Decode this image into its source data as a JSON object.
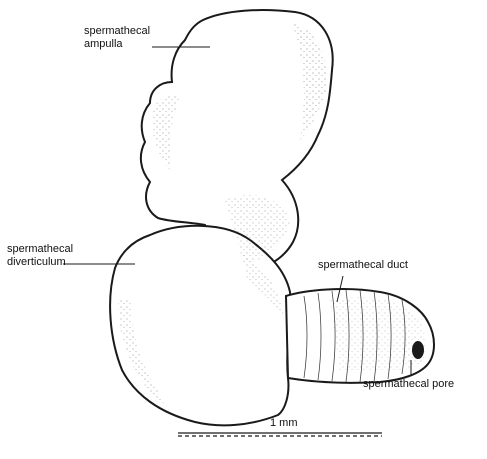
{
  "figure": {
    "labels": {
      "ampulla_line1": "spermathecal",
      "ampulla_line2": "ampulla",
      "diverticulum_line1": "spermathecal",
      "diverticulum_line2": "diverticulum",
      "duct": "spermathecal duct",
      "pore": "spermathecal pore"
    },
    "scale_bar": {
      "label": "1 mm"
    }
  }
}
